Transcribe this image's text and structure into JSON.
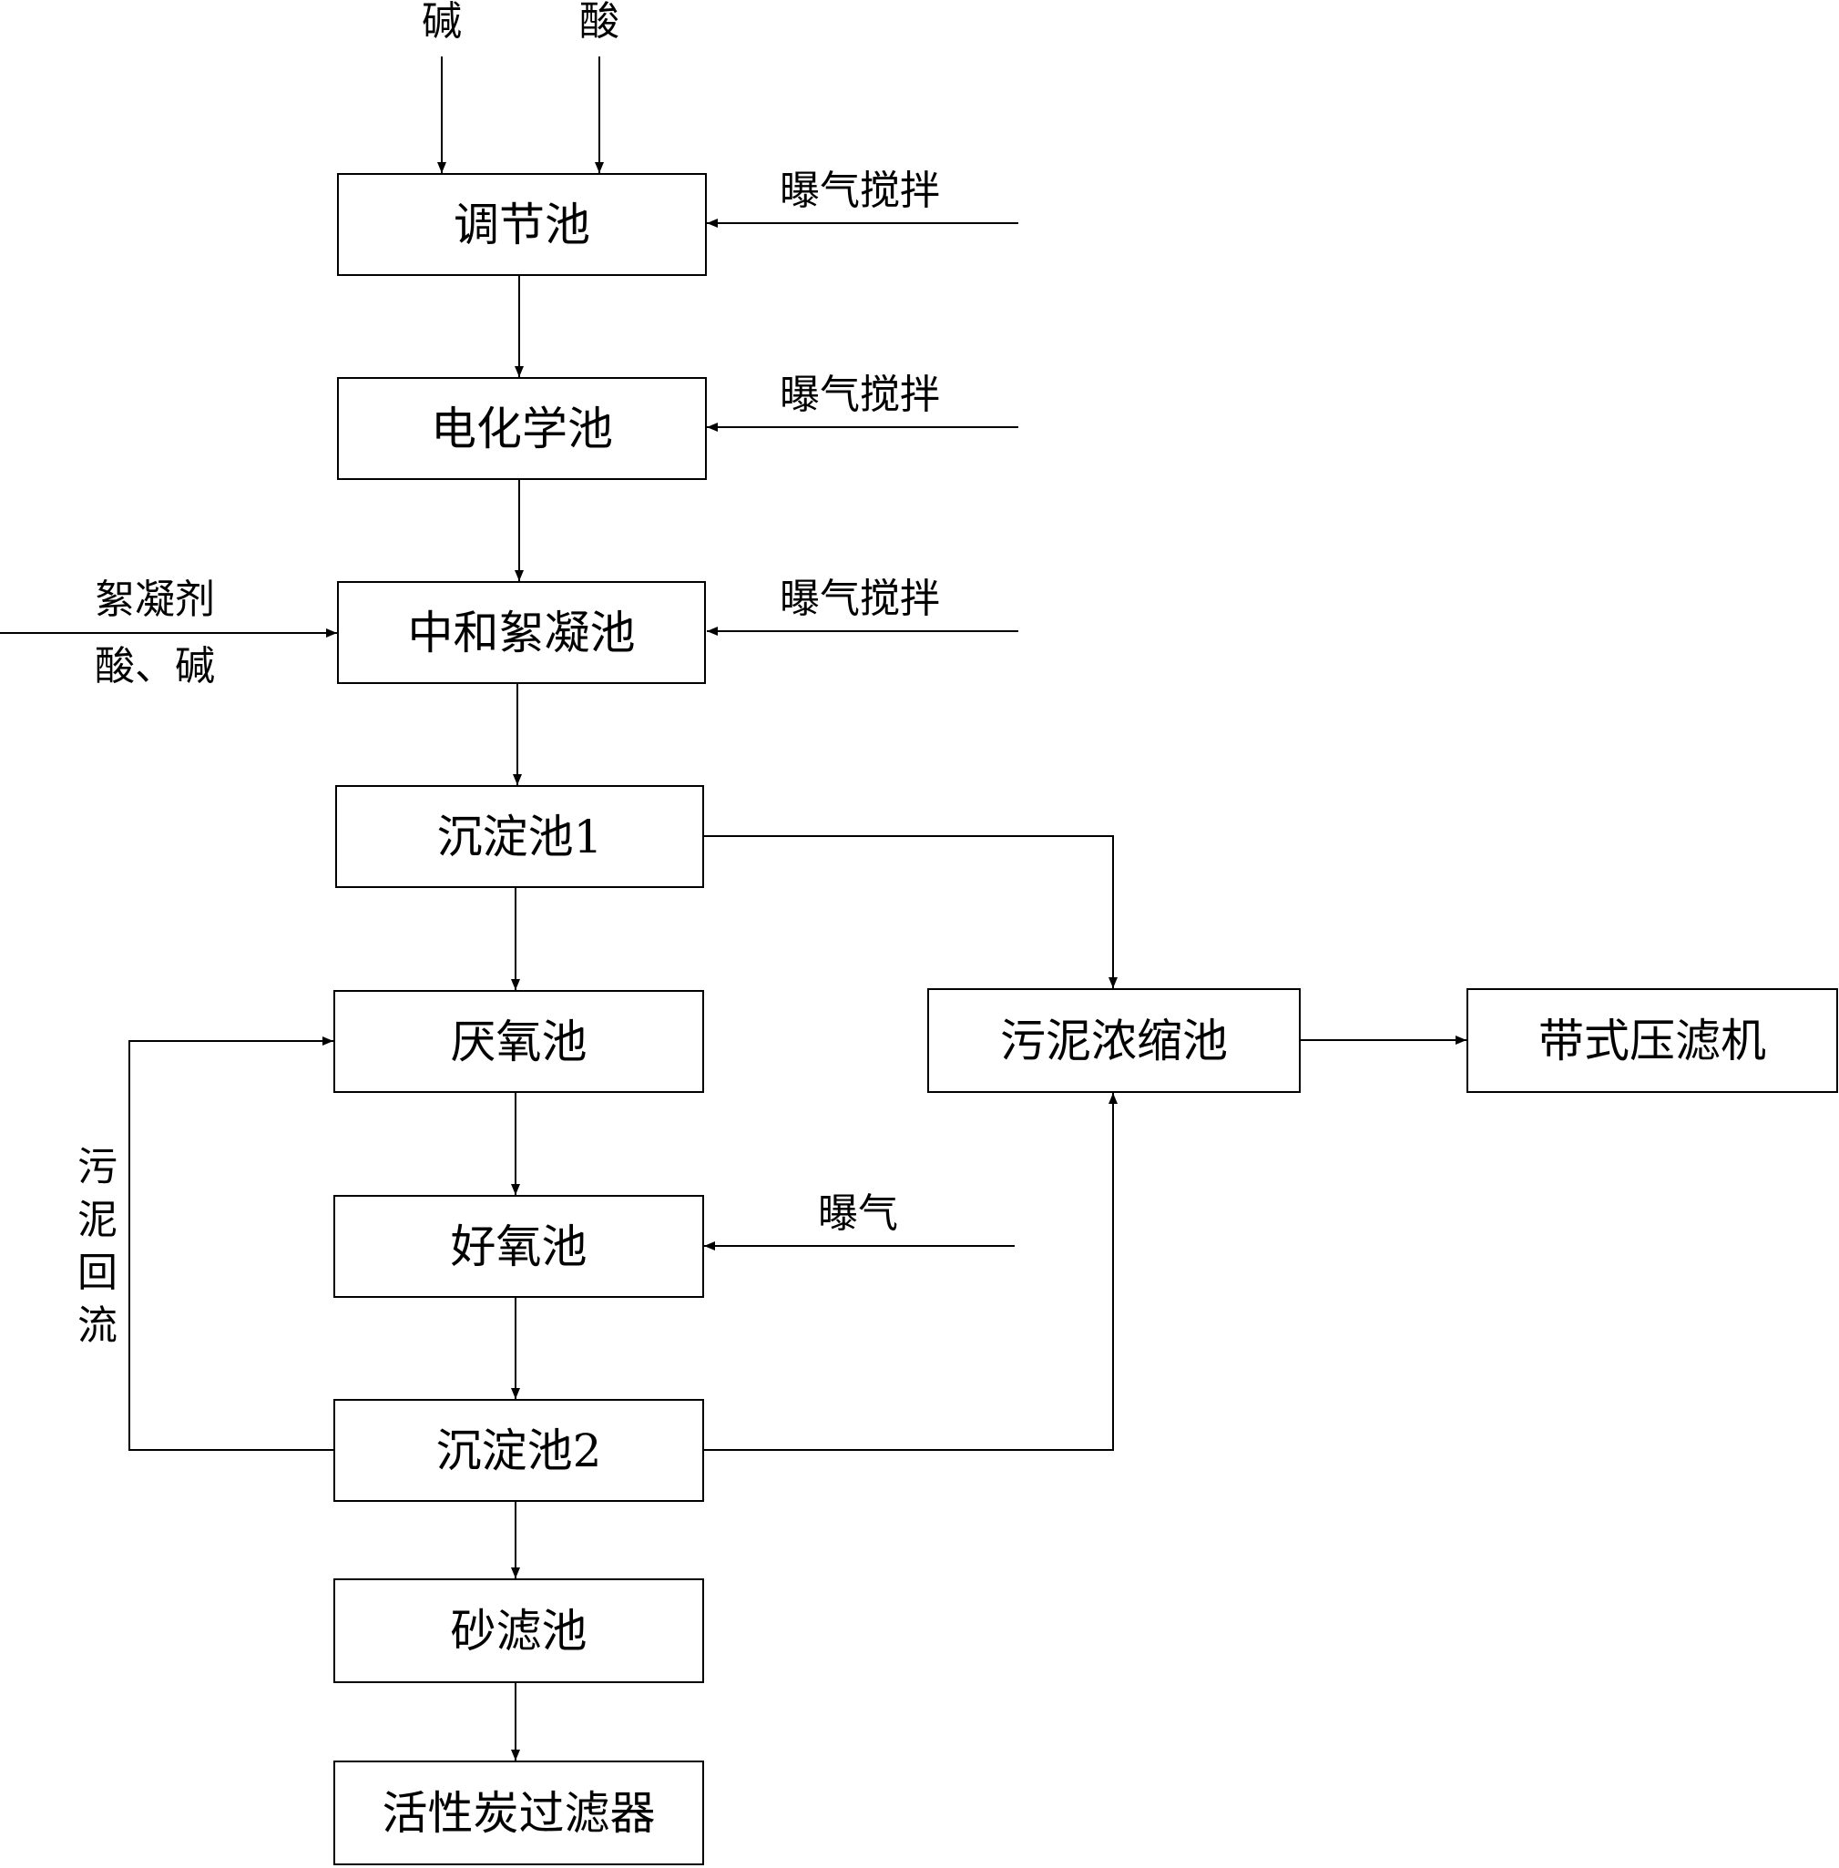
{
  "inputs": {
    "alkali_top": "碱",
    "acid_top": "酸",
    "aeration_stir_1": "曝气搅拌",
    "aeration_stir_2": "曝气搅拌",
    "aeration_stir_3": "曝气搅拌",
    "flocculant": "絮凝剂",
    "acid_alkali": "酸、碱",
    "aeration": "曝气",
    "sludge_return": [
      "污",
      "泥",
      "回",
      "流"
    ]
  },
  "boxes": {
    "regulating_tank": "调节池",
    "electrochemical_tank": "电化学池",
    "neutralization_flocculation_tank": "中和絮凝池",
    "sedimentation_tank_1": "沉淀池1",
    "anaerobic_tank": "厌氧池",
    "aerobic_tank": "好氧池",
    "sedimentation_tank_2": "沉淀池2",
    "sand_filter": "砂滤池",
    "activated_carbon_filter": "活性炭过滤器",
    "sludge_thickener": "污泥浓缩池",
    "belt_filter_press": "带式压滤机"
  }
}
